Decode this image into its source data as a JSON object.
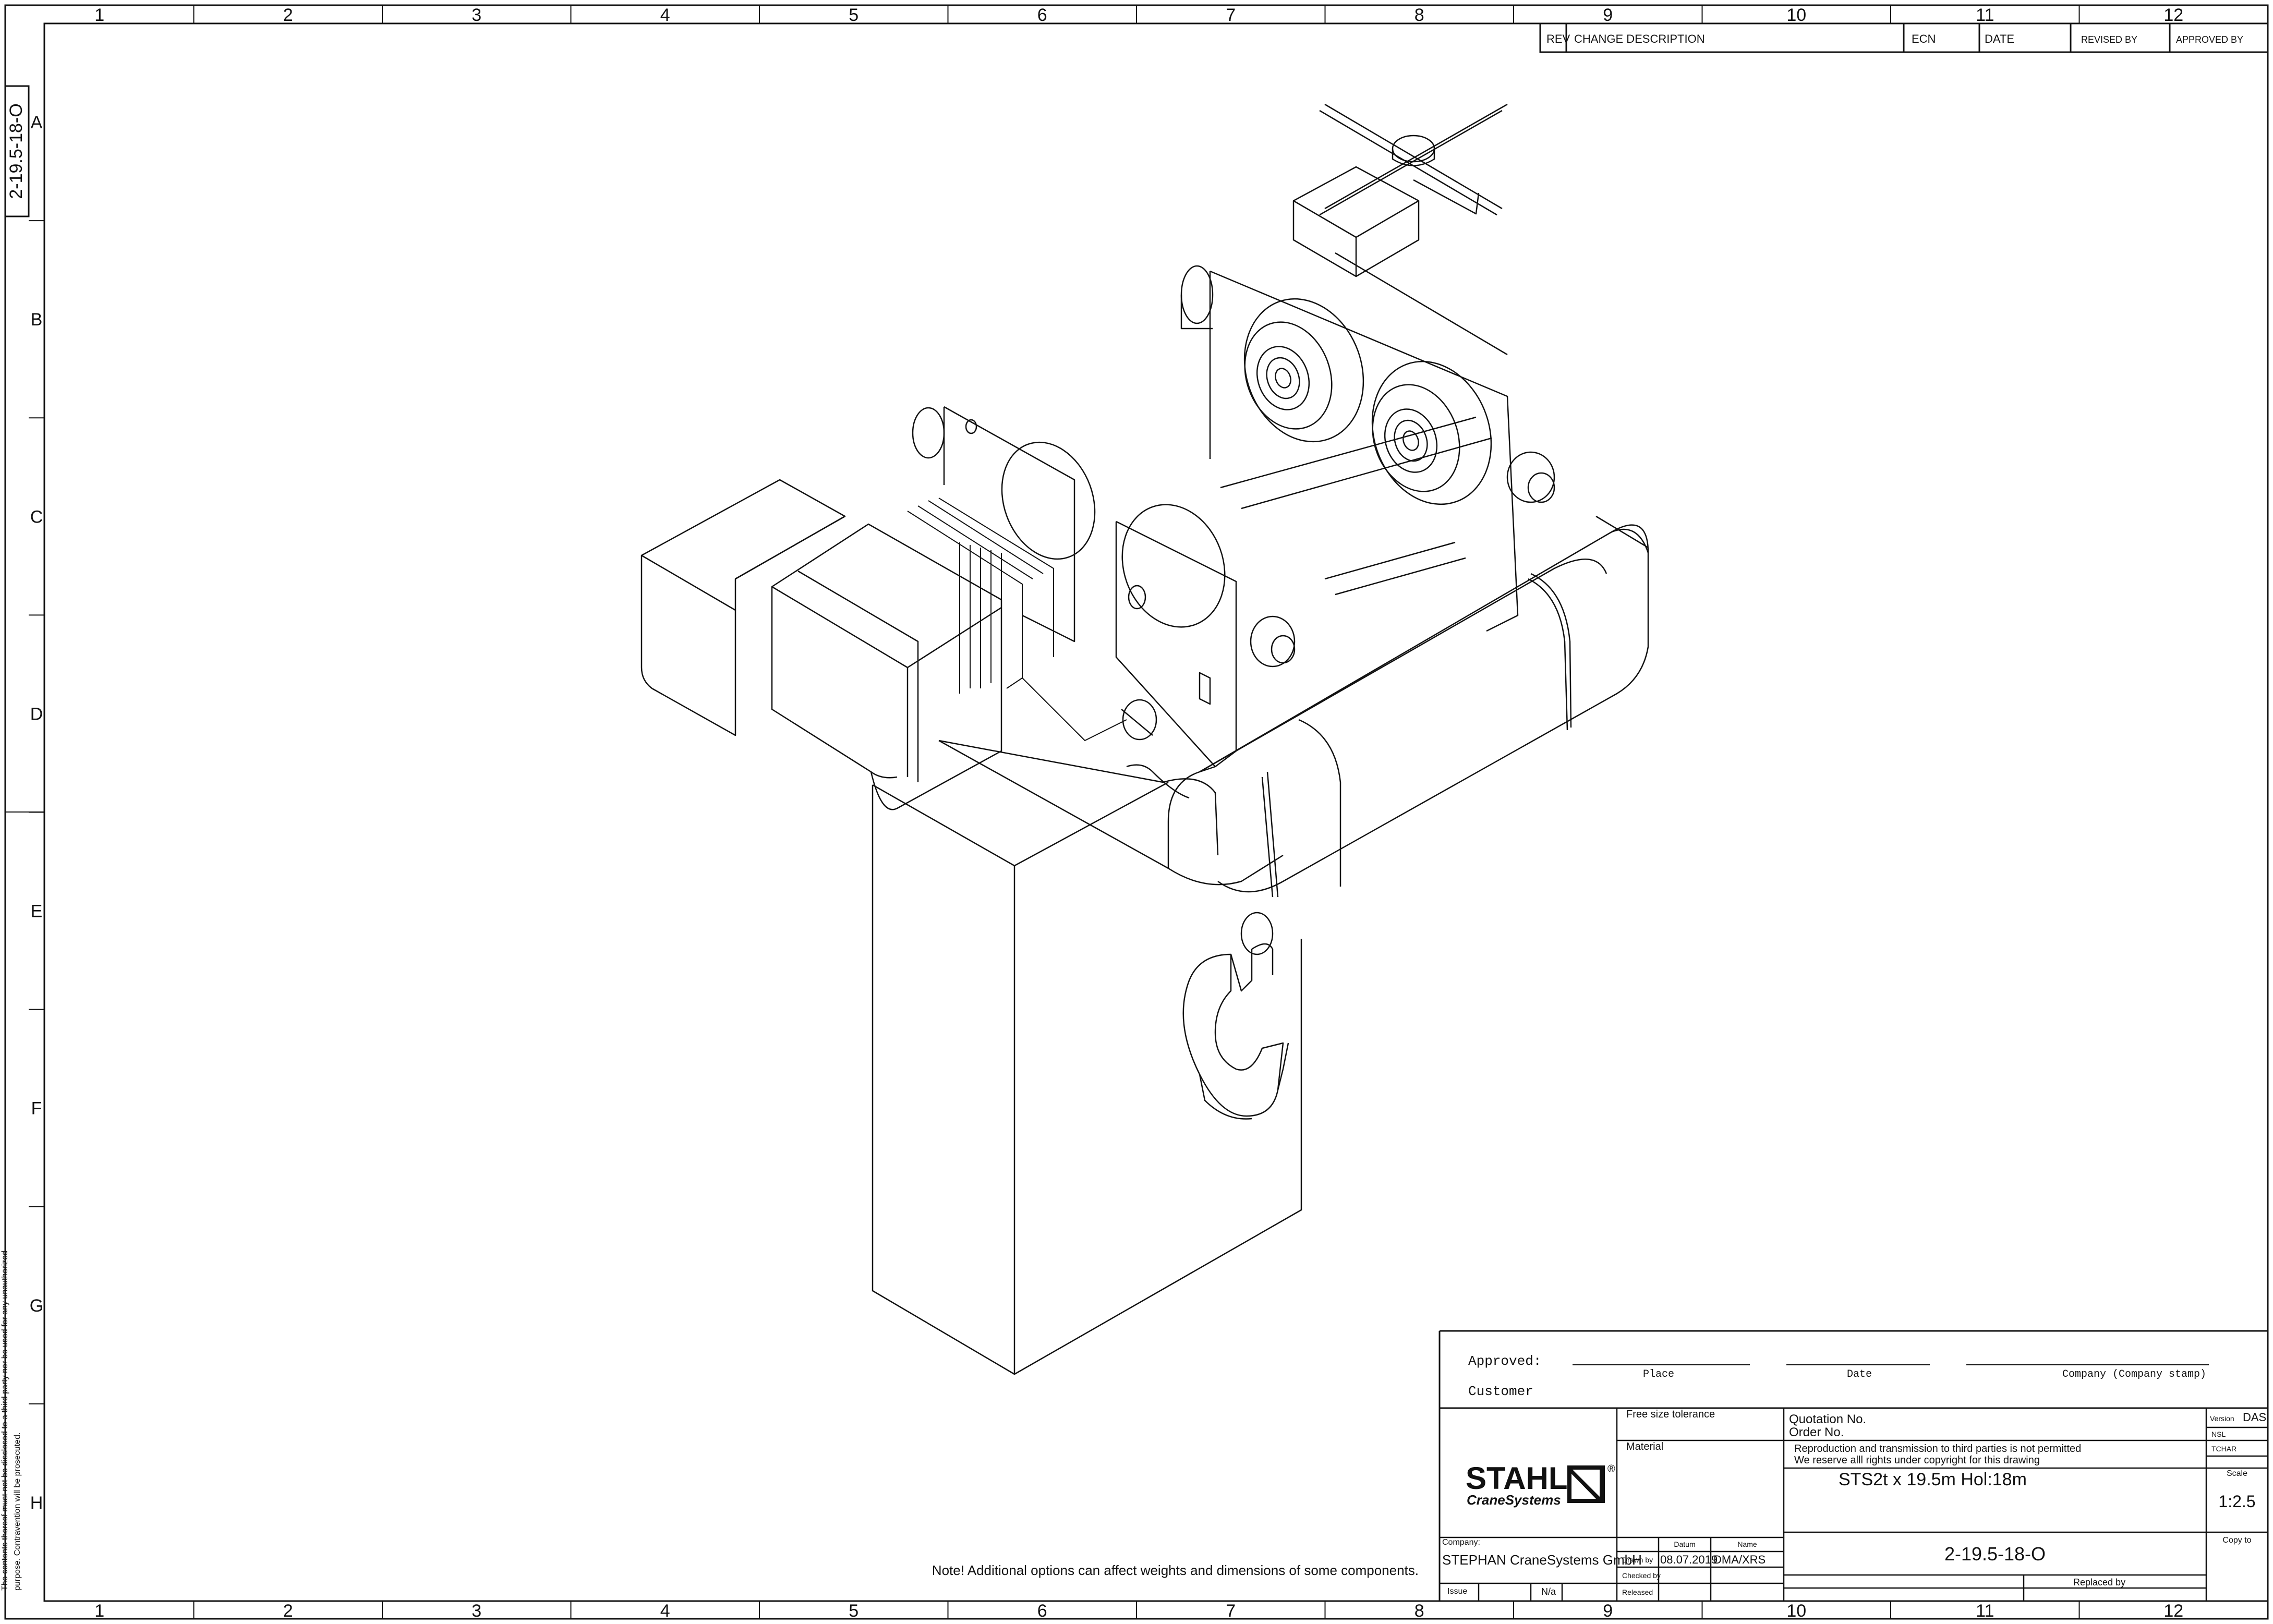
{
  "sheet": {
    "columns": [
      "1",
      "2",
      "3",
      "4",
      "5",
      "6",
      "7",
      "8",
      "9",
      "10",
      "11",
      "12"
    ],
    "rows": [
      "A",
      "B",
      "C",
      "D",
      "E",
      "F",
      "G",
      "H"
    ],
    "side_tag": "2-19.5-18-O",
    "confidentiality": [
      "The contents thereof must not be disclosed to a third party nor be used for any unauthorized",
      "purpose. Contravention will be prosecuted."
    ],
    "note": "Note! Additional options can affect weights and dimensions of some components."
  },
  "revision_table": {
    "headers": [
      "REV",
      "CHANGE DESCRIPTION",
      "ECN",
      "DATE",
      "REVISED BY",
      "APPROVED BY"
    ]
  },
  "approval": {
    "approved_label": "Approved:",
    "customer_label": "Customer",
    "place_label": "Place",
    "date_label": "Date",
    "stamp_label": "Company (Company stamp)"
  },
  "title_block": {
    "logo": {
      "name": "STAHL",
      "sub": "CraneSystems",
      "reg": "®"
    },
    "free_size_tolerance": "Free size tolerance",
    "material": "Material",
    "quotation_no": "Quotation No.",
    "order_no": "Order No.",
    "copyright": [
      "Reproduction and transmission to third parties is not permitted",
      "We reserve alll rights under copyright for this drawing"
    ],
    "title": "STS2t x 19.5m Hol:18m",
    "version_label": "Version",
    "version_value": "DAS",
    "nsl": "NSL",
    "tchar": "TCHAR",
    "scale_label": "Scale",
    "scale_value": "1:2.5",
    "copy_to": "Copy to",
    "company_label": "Company:",
    "company_value": "STEPHAN CraneSystems GmbH",
    "datum_label": "Datum",
    "name_label": "Name",
    "drawn_by_label": "Drawn by",
    "drawn_date": "08.07.2019",
    "drawn_name": "DMA/XRS",
    "checked_by_label": "Checked by",
    "released_label": "Released",
    "issue_label": "Issue",
    "issue_value": "N/a",
    "drawing_no": "2-19.5-18-O",
    "replaced_by": "Replaced by"
  }
}
